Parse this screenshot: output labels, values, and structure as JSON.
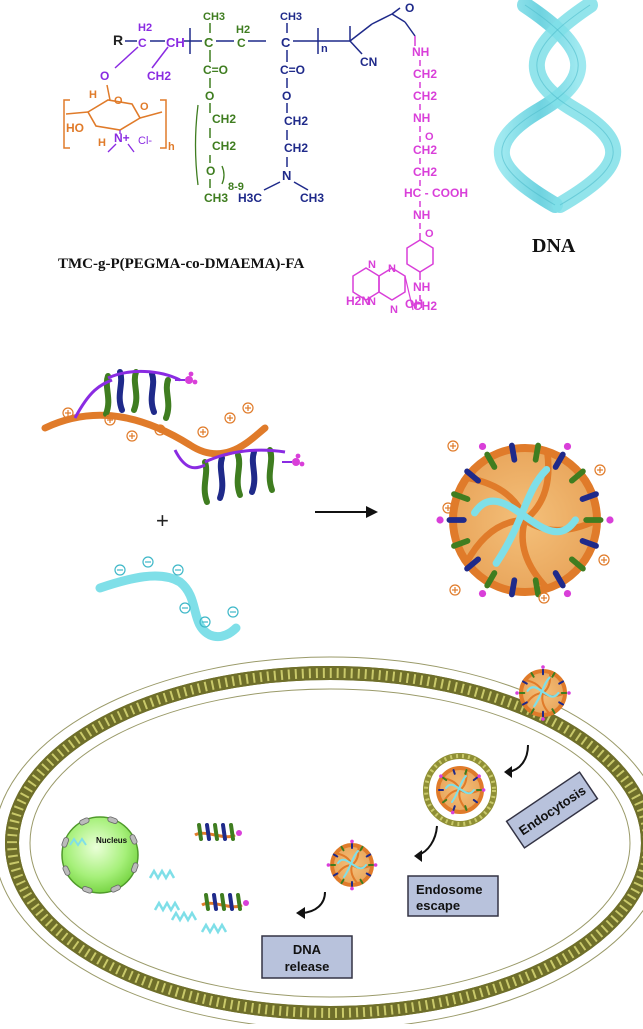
{
  "structure": {
    "r_group": "R",
    "h2_a": "H2",
    "ch_a": "CH",
    "ch2_a": "CH2",
    "ch3_pegma": "CH3",
    "c_pegma": "C",
    "h2_b": "H2",
    "c_b": "C",
    "ch3_dmaema": "CH3",
    "c_dmaema": "C",
    "n_sub": "n",
    "cn": "CN",
    "o_top": "O",
    "co_pegma": "C=O",
    "o_pegma": "O",
    "ch2_p1": "CH2",
    "ch2_p2": "CH2",
    "o_p3": "O",
    "rep_89": "8-9",
    "ch3_p4": "CH3",
    "co_dmaema": "C=O",
    "o_dmaema": "O",
    "ch2_d1": "CH2",
    "ch2_d2": "CH2",
    "n_d": "N",
    "h3c": "H3C",
    "ch3_d": "CH3",
    "nh_fa1": "NH",
    "ch2_fa1": "CH2",
    "ch2_fa2": "CH2",
    "nh_fa2": "NH",
    "o_fa1": "O",
    "ch2_fa3": "CH2",
    "ch2_fa4": "CH2",
    "hc_cooh": "HC - COOH",
    "nh_fa3": "NH",
    "o_fa2": "O",
    "nh_fa4": "NH",
    "ch2_fa5": "CH2",
    "n_pt1": "N",
    "n_pt2": "N",
    "n_pt3": "N",
    "h2n": "H2N",
    "n_pt4": "N",
    "oh": "OH",
    "tmc_h1": "H",
    "tmc_ho": "HO",
    "tmc_h2": "H",
    "tmc_o1": "O",
    "tmc_o2": "O",
    "tmc_n": "N+",
    "tmc_cl": "Cl-",
    "tmc_h": "h",
    "polymer_label": "TMC-g-P(PEGMA-co-DMAEMA)-FA"
  },
  "dna_label": "DNA",
  "complexation": {
    "plus": "+"
  },
  "cell": {
    "nucleus_label": "Nucleus",
    "step_endocytosis": "Endocytosis",
    "step_endosome_1": "Endosome",
    "step_endosome_2": "escape",
    "step_release_1": "DNA",
    "step_release_2": "release"
  },
  "colors": {
    "orange": "#e07b2a",
    "purple": "#8a2be2",
    "green": "#3f7d20",
    "navy": "#1f2a8a",
    "magenta": "#d93fd9",
    "cyan": "#7fdfe8",
    "membrane": "#9a9a3a",
    "nucleus": "#a6f07a",
    "label_box": "#b8c2dc"
  }
}
